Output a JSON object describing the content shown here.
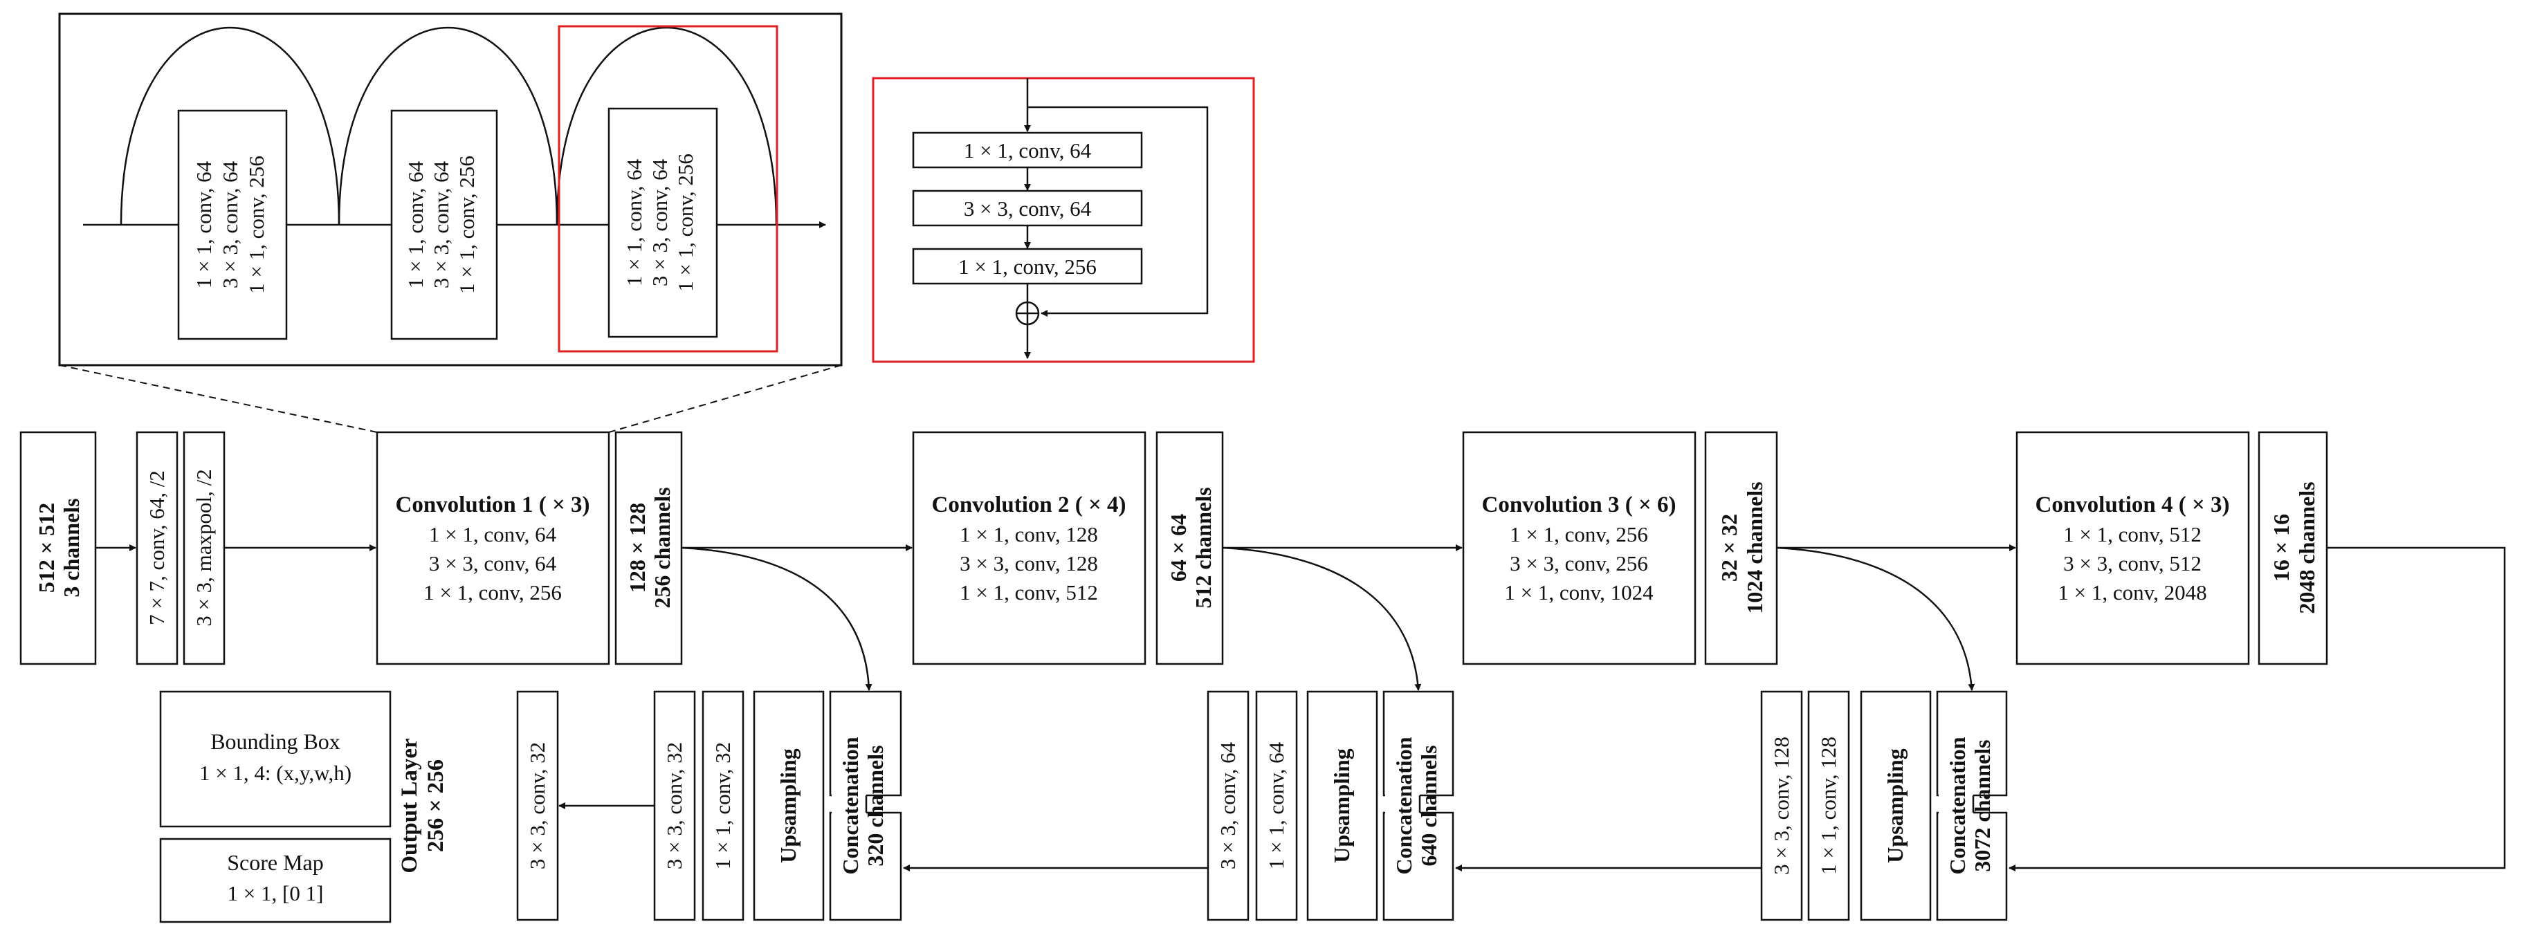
{
  "input_block": {
    "line1": "512 × 512",
    "line2": "3 channels"
  },
  "stem": {
    "conv": "7 × 7,  conv,  64,  /2",
    "pool": "3 × 3,  maxpool,  /2"
  },
  "stages": [
    {
      "title": "Convolution 1  ( × 3)",
      "l1": "1 × 1,  conv,  64",
      "l2": "3 × 3,  conv,  64",
      "l3": "1 × 1,  conv,  256"
    },
    {
      "title": "Convolution 2  ( × 4)",
      "l1": "1 × 1,  conv,  128",
      "l2": "3 × 3,  conv,  128",
      "l3": "1 × 1,  conv,  512"
    },
    {
      "title": "Convolution 3  ( × 6)",
      "l1": "1 × 1,  conv,  256",
      "l2": "3 × 3,  conv,  256",
      "l3": "1 × 1,  conv,  1024"
    },
    {
      "title": "Convolution 4  ( × 3)",
      "l1": "1 × 1,  conv,  512",
      "l2": "3 × 3,  conv,  512",
      "l3": "1 × 1,  conv,  2048"
    }
  ],
  "features": [
    {
      "line1": "128 × 128",
      "line2": "256 channels"
    },
    {
      "line1": "64 × 64",
      "line2": "512 channels"
    },
    {
      "line1": "32 × 32",
      "line2": "1024 channels"
    },
    {
      "line1": "16 × 16",
      "line2": "2048 channels"
    }
  ],
  "zoom_blocks": [
    {
      "l1": "1 × 1,  conv,  64",
      "l2": "3 × 3,  conv,  64",
      "l3": "1 × 1,  conv,  256"
    },
    {
      "l1": "1 × 1,  conv,  64",
      "l2": "3 × 3,  conv,  64",
      "l3": "1 × 1,  conv,  256"
    },
    {
      "l1": "1 × 1,  conv,  64",
      "l2": "3 × 3,  conv,  64",
      "l3": "1 × 1,  conv,  256"
    }
  ],
  "residual_block": [
    "1 × 1,  conv,  64",
    "3 × 3,  conv,  64",
    "1 × 1,  conv,  256"
  ],
  "decoder": {
    "upsampling": "Upsampling",
    "concat_word": "Concatenation",
    "concat_channels": [
      "320 channels",
      "640 channels",
      "3072 channels"
    ],
    "c1x1": [
      "1 × 1,  conv,  32",
      "1 × 1,  conv,  64",
      "1 × 1,  conv,  128"
    ],
    "c3x3": [
      "3 × 3,  conv,  32",
      "3 × 3,  conv,  64",
      "3 × 3,  conv,  128"
    ],
    "final_conv": "3 × 3,  conv,  32"
  },
  "output": {
    "line1": "Output Layer",
    "line2": "256 × 256"
  },
  "heads": {
    "bbox_title": "Bounding  Box",
    "bbox_desc": "1 × 1,  4: (x,y,w,h)",
    "score_title": "Score Map",
    "score_desc": "1 × 1,  [0  1]"
  },
  "colors": {
    "highlight": "#e02020",
    "line": "#111111"
  }
}
